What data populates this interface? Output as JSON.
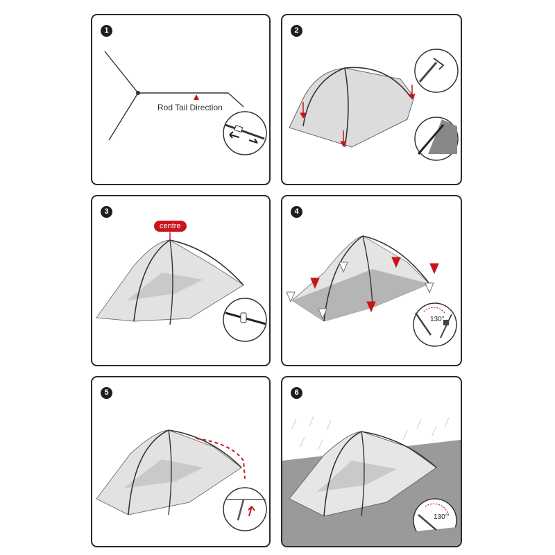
{
  "steps": [
    {
      "number": "1",
      "label": "Rod Tail Direction"
    },
    {
      "number": "2"
    },
    {
      "number": "3",
      "badge": "centre"
    },
    {
      "number": "4",
      "angle": "130°"
    },
    {
      "number": "5"
    },
    {
      "number": "6",
      "angle": "130°"
    }
  ],
  "colors": {
    "accent": "#c8151b",
    "outline": "#2a2a2a",
    "tent_fill": "#dcdcdc",
    "ground": "#9a9a9a"
  }
}
